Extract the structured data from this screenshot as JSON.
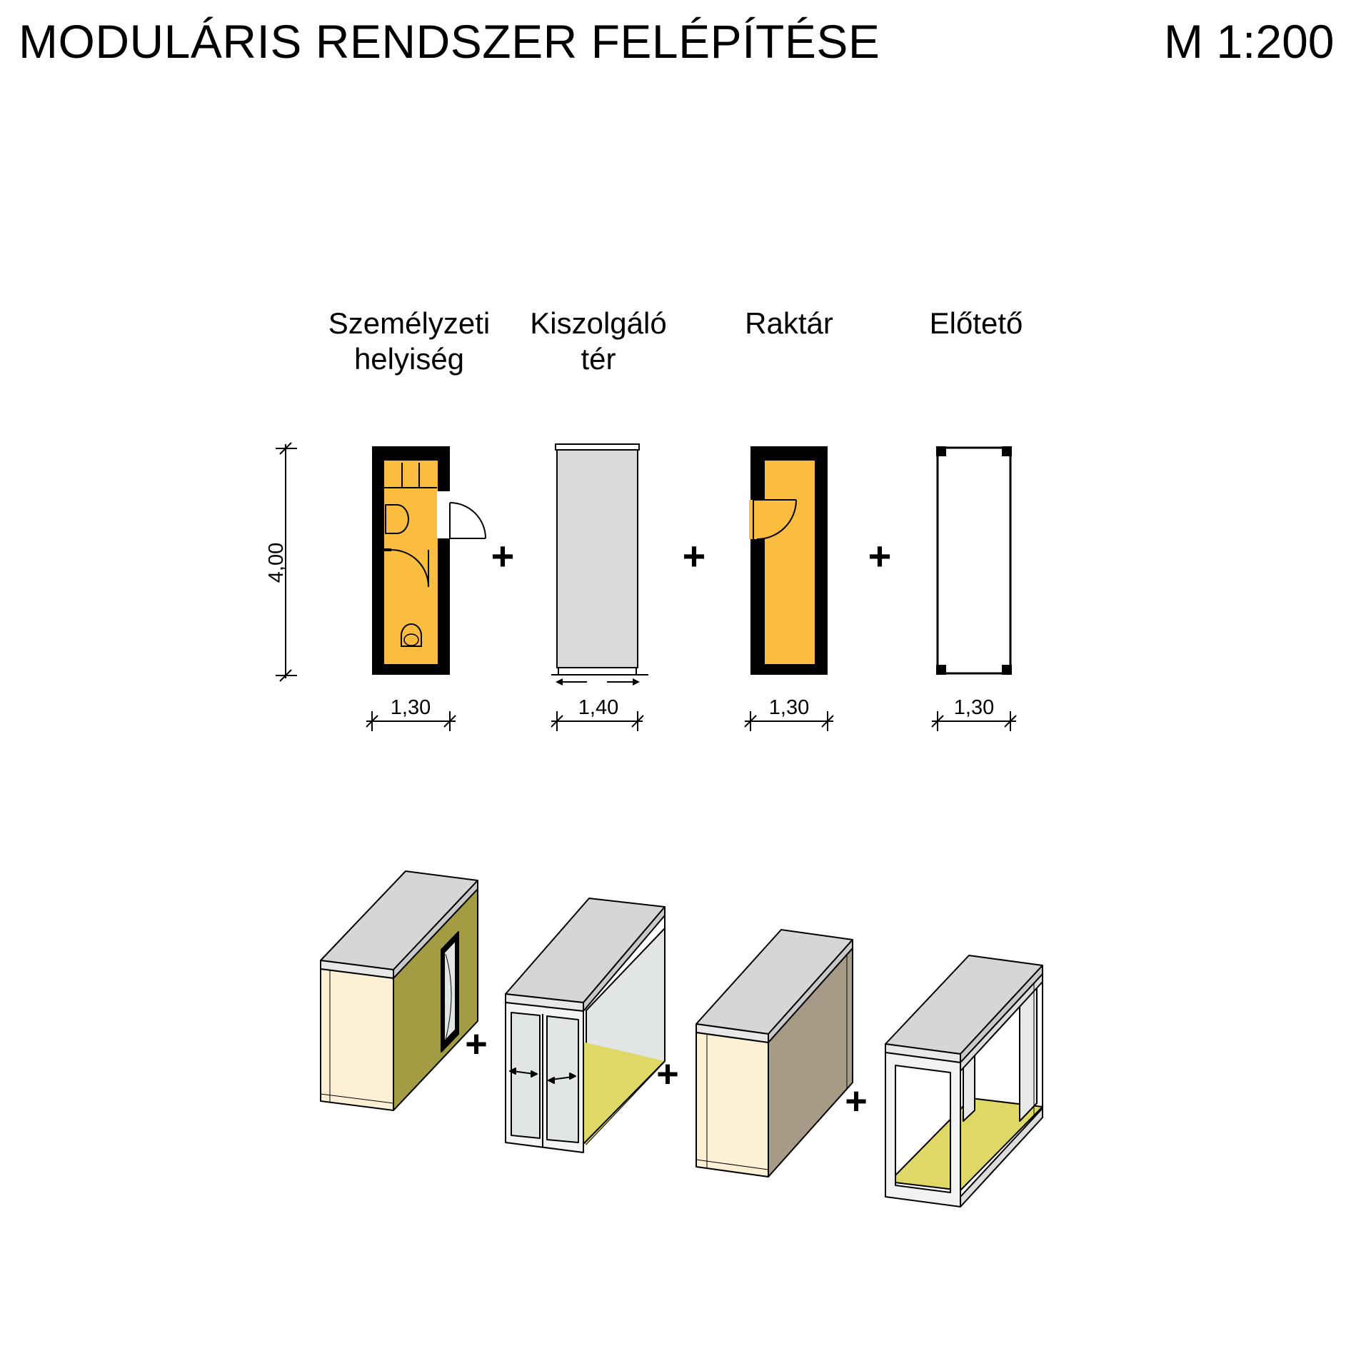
{
  "header": {
    "title": "MODULÁRIS RENDSZER FELÉPÍTÉSE",
    "scale": "M 1:200"
  },
  "modules": [
    {
      "label_line1": "Személyzeti",
      "label_line2": "helyiség",
      "width": "1,30"
    },
    {
      "label_line1": "Kiszolgáló",
      "label_line2": "tér",
      "width": "1,40"
    },
    {
      "label_line1": "Raktár",
      "label_line2": "",
      "width": "1,30"
    },
    {
      "label_line1": "Előtető",
      "label_line2": "",
      "width": "1,30"
    }
  ],
  "height_dimension": "4,00",
  "operator": "+",
  "colors": {
    "wall": "#000000",
    "room_fill": "#fbbd3f",
    "service_fill": "#d9d9d9",
    "roof": "#d6d6d6",
    "cream_wall": "#fdf0d5",
    "olive_wall": "#a39c42",
    "brown_wall": "#a69b87",
    "floor_yellow": "#dfd866",
    "glass": "#e1e6e4"
  }
}
